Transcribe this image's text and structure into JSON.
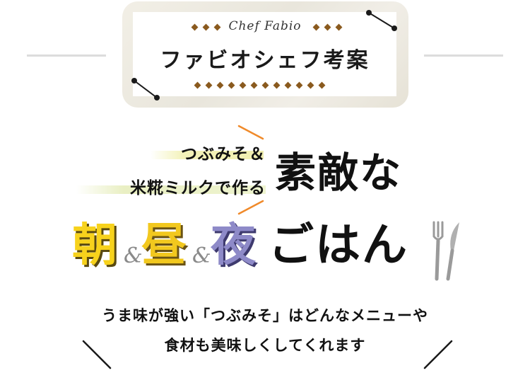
{
  "badge": {
    "chef_name": "Chef Fabio",
    "title": "ファビオシェフ考案"
  },
  "headline": {
    "line1": "つぶみそ＆",
    "line2": "米糀ミルクで作る",
    "big": "素敵な",
    "meal_asa": "朝",
    "meal_hiru": "昼",
    "meal_yoru": "夜",
    "amp": "&",
    "gohan": "ごはん"
  },
  "description": {
    "line1": "うま味が強い「つぶみそ」はどんなメニューや",
    "line2": "食材も美味しくしてくれます"
  },
  "icons": [
    "fork-knife-icon"
  ],
  "colors": {
    "asa": "#f7d21c",
    "hiru": "#f2c81e",
    "yoru": "#8e8ac8",
    "accent_orange": "#f08a2a",
    "diamond": "#8a5a1e"
  }
}
